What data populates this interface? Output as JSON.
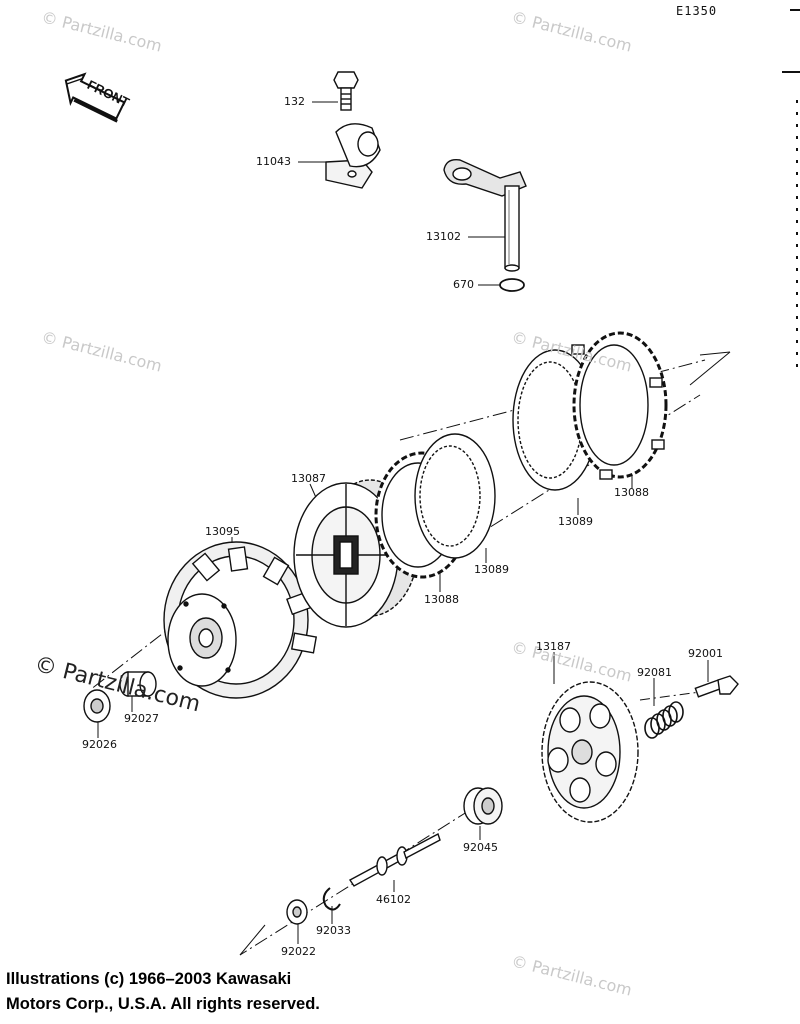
{
  "reference_code": "E1350",
  "front_label": "FRONT",
  "watermark": "© Partzilla.com",
  "copyright_lines": [
    "Illustrations (c) 1966–2003 Kawasaki",
    "Motors Corp., U.S.A.  All rights reserved."
  ],
  "parts": {
    "p132": "132",
    "p11043": "11043",
    "p13102": "13102",
    "p670": "670",
    "p13087": "13087",
    "p13095": "13095",
    "p13088_top": "13088",
    "p13089_top": "13089",
    "p13089_mid": "13089",
    "p13088_mid": "13088",
    "p13187": "13187",
    "p92001": "92001",
    "p92081": "92081",
    "p92027": "92027",
    "p92026": "92026",
    "p92045": "92045",
    "p46102": "46102",
    "p92033": "92033",
    "p92022": "92022"
  }
}
